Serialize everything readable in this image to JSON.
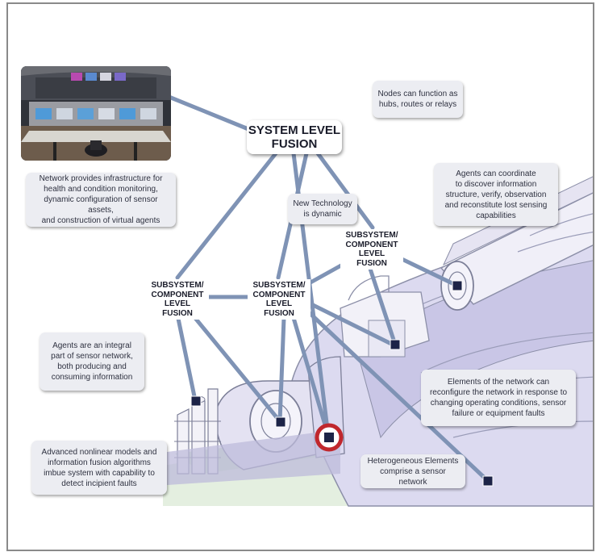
{
  "diagram": {
    "system_level": {
      "line1": "SYSTEM LEVEL",
      "line2": "FUSION"
    },
    "subsystem_left": {
      "line1": "SUBSYSTEM/",
      "line2": "COMPONENT",
      "line3": "LEVEL FUSION"
    },
    "subsystem_center": {
      "line1": "SUBSYSTEM/",
      "line2": "COMPONENT",
      "line3": "LEVEL FUSION"
    },
    "subsystem_right": {
      "line1": "SUBSYSTEM/",
      "line2": "COMPONENT",
      "line3": "LEVEL FUSION"
    },
    "callouts": {
      "nodes": {
        "line1": "Nodes can function as",
        "line2": "hubs, routes or relays"
      },
      "network": {
        "line1": "Network provides infrastructure for",
        "line2": "health and condition monitoring,",
        "line3": "dynamic configuration of sensor assets,",
        "line4": "and construction of virtual agents"
      },
      "new_tech": {
        "line1": "New Technology",
        "line2": "is dynamic"
      },
      "agents_coordinate": {
        "line1": "Agents can coordinate",
        "line2": "to discover information",
        "line3": "structure, verify, observation",
        "line4": "and reconstitute lost sensing",
        "line5": "capabilities"
      },
      "agents_integral": {
        "line1": "Agents are an integral",
        "line2": "part of sensor network,",
        "line3": "both producing and",
        "line4": "consuming information"
      },
      "elements_reconfigure": {
        "line1": "Elements of the network can",
        "line2": "reconfigure the network in response to",
        "line3": "changing operating conditions, sensor",
        "line4": "failure or equipment faults"
      },
      "advanced_models": {
        "line1": "Advanced nonlinear models and",
        "line2": "information fusion algorithms",
        "line3": "imbue system with capability to",
        "line4": "detect incipient faults"
      },
      "heterogeneous": {
        "line1": "Heterogeneous Elements",
        "line2": "comprise a sensor network"
      }
    }
  },
  "colors": {
    "link": "#7f93b5",
    "node": "#1c2347",
    "highlight_ring": "#c0272d",
    "machine_fill": "#cfcde6",
    "machine_line": "#8c8fa8",
    "ground": "#cfe6c8"
  }
}
